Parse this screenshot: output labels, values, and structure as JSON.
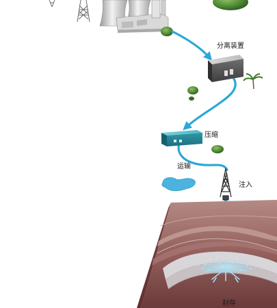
{
  "labels": {
    "separation": "分离装置",
    "compression": "压缩",
    "transport": "运输",
    "injection": "注入",
    "storage": "封存"
  },
  "colors": {
    "flow": "#2aa8d8",
    "flow_dark": "#1b86b5",
    "earth_top": "#a8817c",
    "earth_mid": "#8e5a58",
    "earth_deep": "#6e3a3b",
    "rock_light": "#c8c1c4",
    "storage_layer": "#d9d6da",
    "water": "#4bb3dd",
    "foliage": "#3d6b2e"
  }
}
